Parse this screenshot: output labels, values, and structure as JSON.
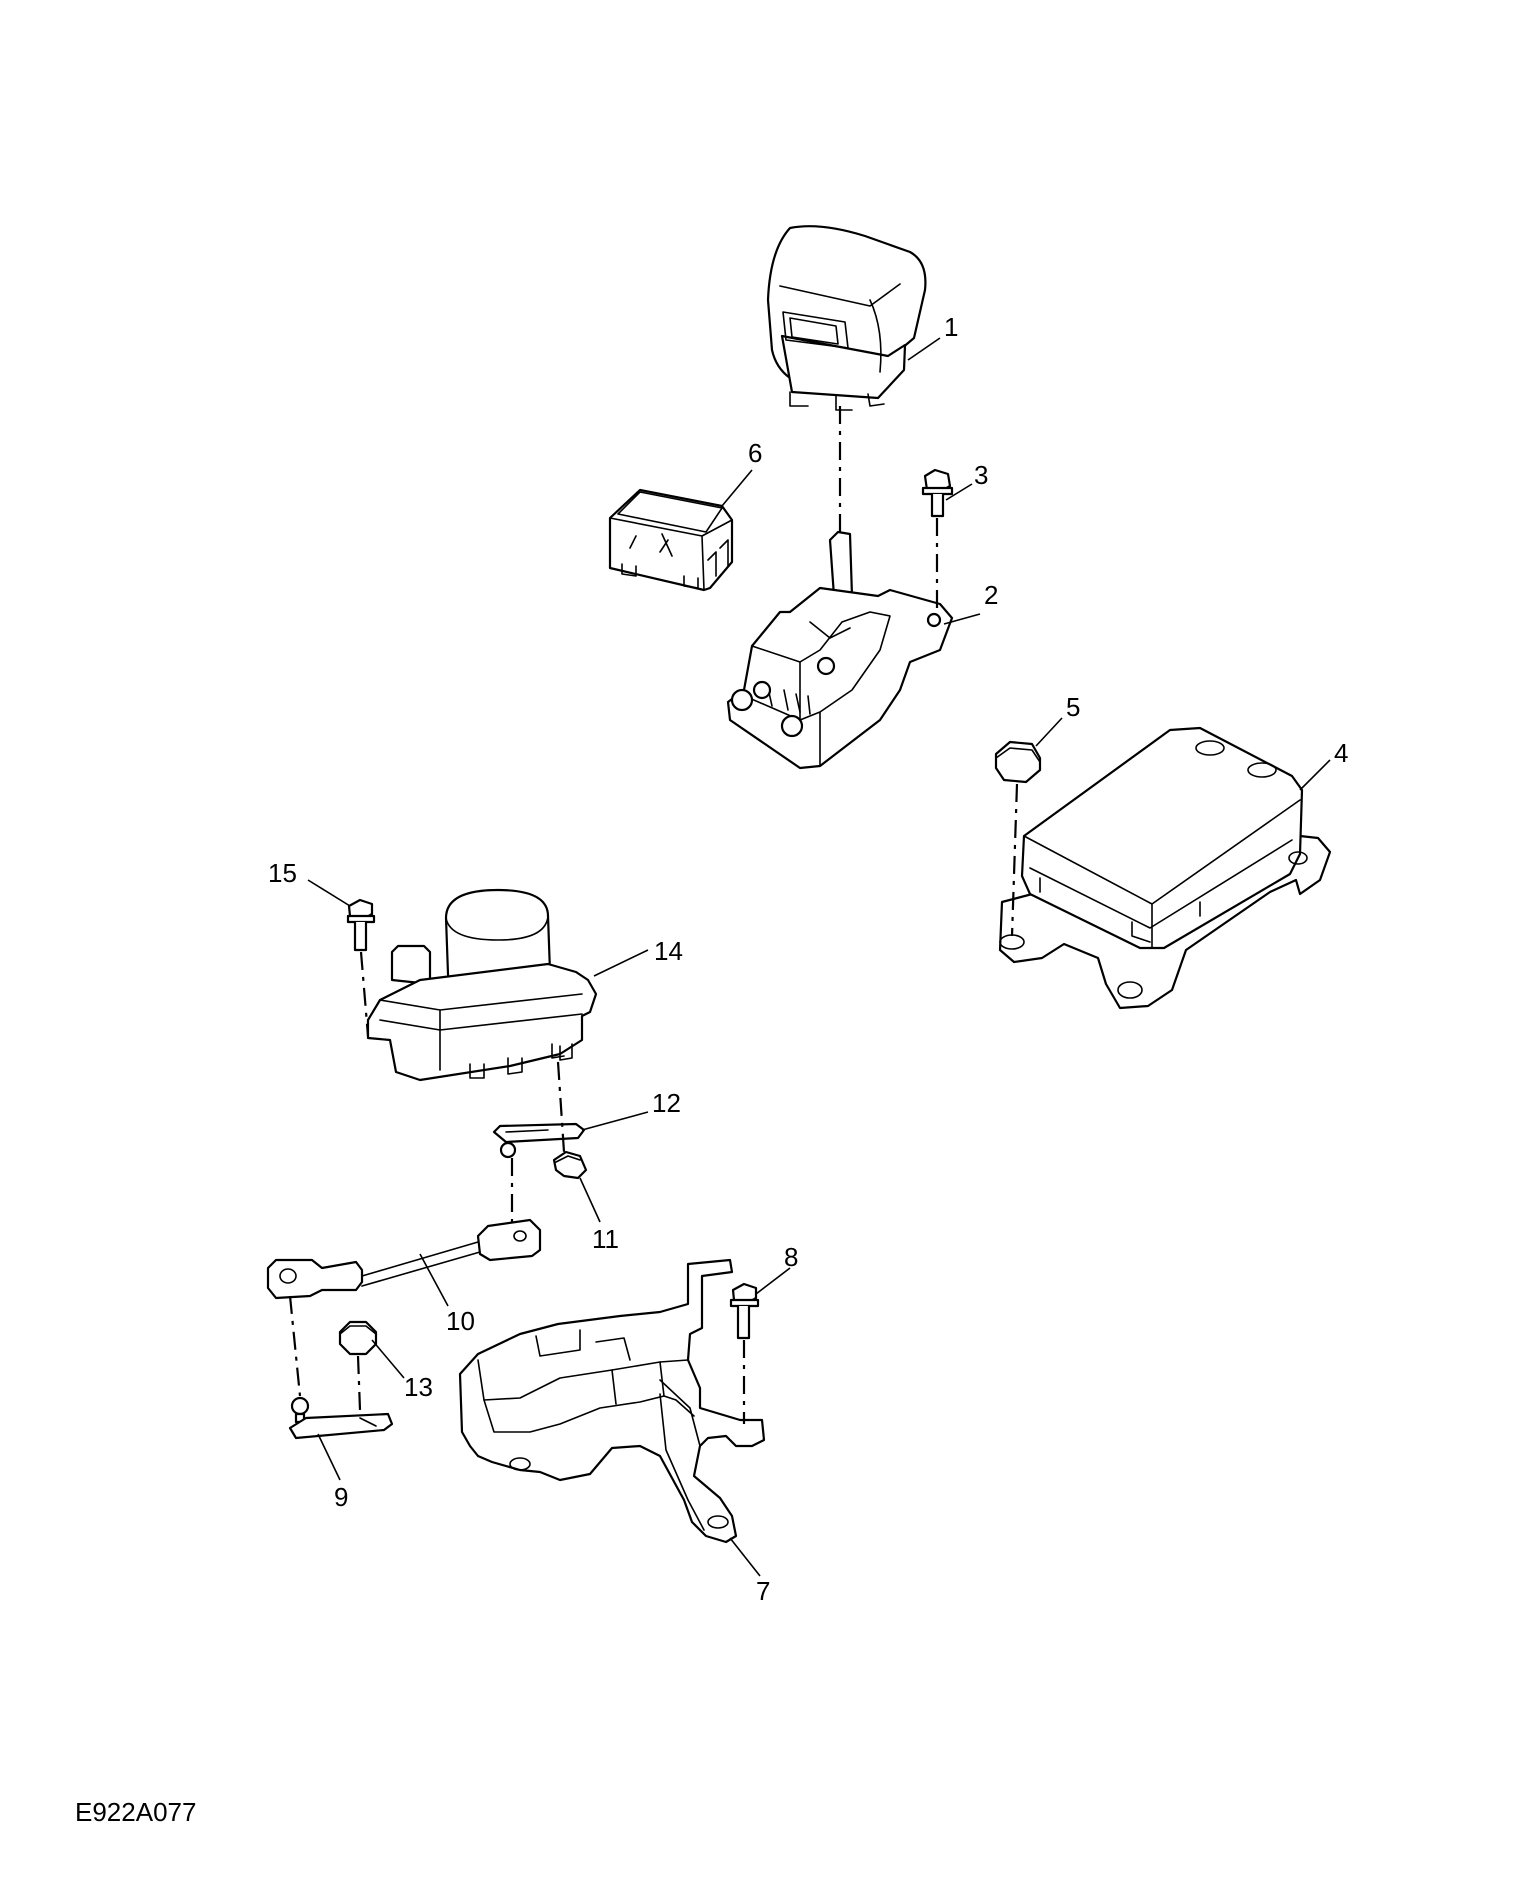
{
  "drawing_id": "E922A077",
  "callouts": [
    {
      "id": "1",
      "label": "1"
    },
    {
      "id": "2",
      "label": "2"
    },
    {
      "id": "3",
      "label": "3"
    },
    {
      "id": "4",
      "label": "4"
    },
    {
      "id": "5",
      "label": "5"
    },
    {
      "id": "6",
      "label": "6"
    },
    {
      "id": "7",
      "label": "7"
    },
    {
      "id": "8",
      "label": "8"
    },
    {
      "id": "9",
      "label": "9"
    },
    {
      "id": "10",
      "label": "10"
    },
    {
      "id": "11",
      "label": "11"
    },
    {
      "id": "12",
      "label": "12"
    },
    {
      "id": "13",
      "label": "13"
    },
    {
      "id": "14",
      "label": "14"
    },
    {
      "id": "15",
      "label": "15"
    }
  ]
}
